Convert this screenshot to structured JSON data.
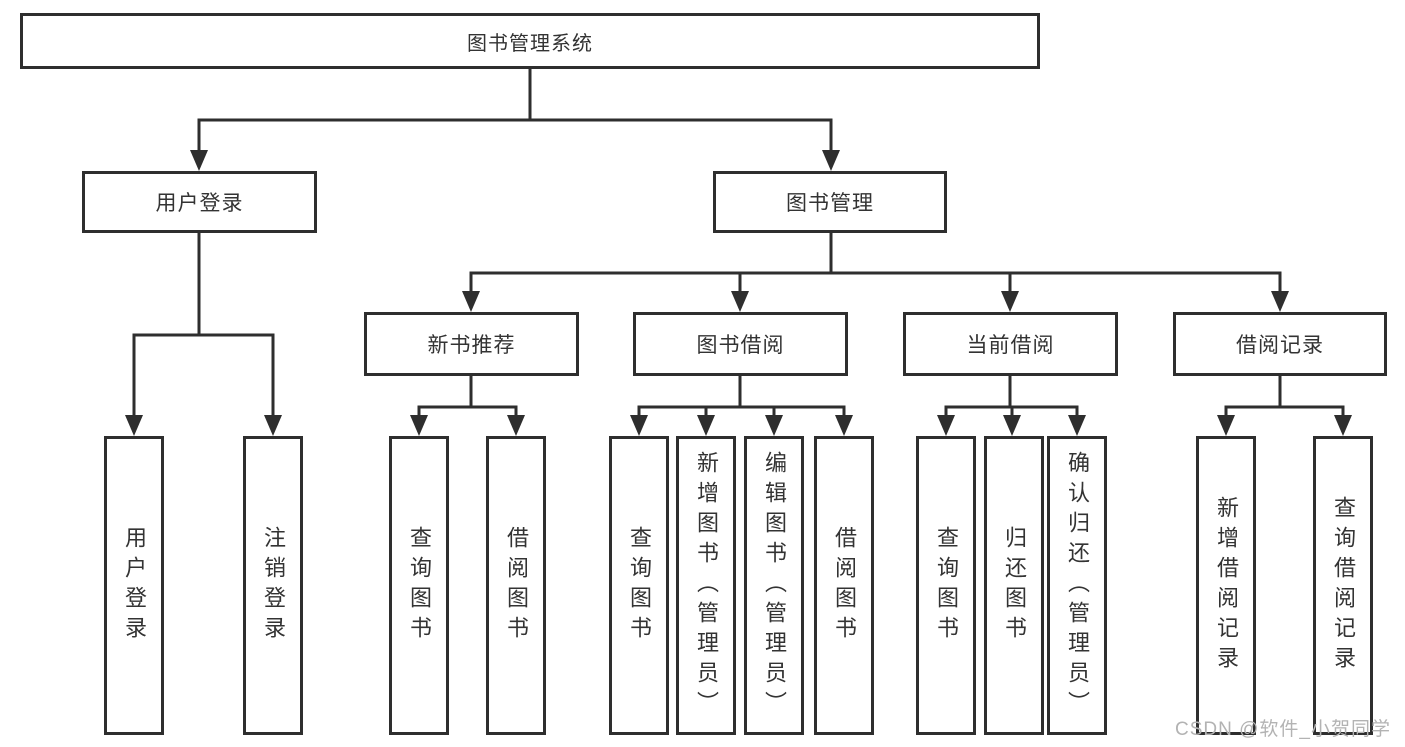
{
  "diagram": {
    "type": "tree",
    "colors": {
      "line": "#2e2e2e",
      "box_border": "#2e2e2e",
      "text": "#333333",
      "background": "#ffffff",
      "watermark_text_color": "#b3b3b3"
    },
    "tree": {
      "label": "图书管理系统",
      "children": [
        {
          "label": "用户登录",
          "children": [
            {
              "label": "用户登录"
            },
            {
              "label": "注销登录"
            }
          ]
        },
        {
          "label": "图书管理",
          "children": [
            {
              "label": "新书推荐",
              "children": [
                {
                  "label": "查询图书"
                },
                {
                  "label": "借阅图书"
                }
              ]
            },
            {
              "label": "图书借阅",
              "children": [
                {
                  "label": "查询图书"
                },
                {
                  "label": "新增图书（管理员）"
                },
                {
                  "label": "编辑图书（管理员）"
                },
                {
                  "label": "借阅图书"
                }
              ]
            },
            {
              "label": "当前借阅",
              "children": [
                {
                  "label": "查询图书"
                },
                {
                  "label": "归还图书"
                },
                {
                  "label": "确认归还（管理员）"
                }
              ]
            },
            {
              "label": "借阅记录",
              "children": [
                {
                  "label": "新增借阅记录"
                },
                {
                  "label": "查询借阅记录"
                }
              ]
            }
          ]
        }
      ]
    },
    "watermark": {
      "text": "CSDN @软件_小贺同学"
    }
  }
}
